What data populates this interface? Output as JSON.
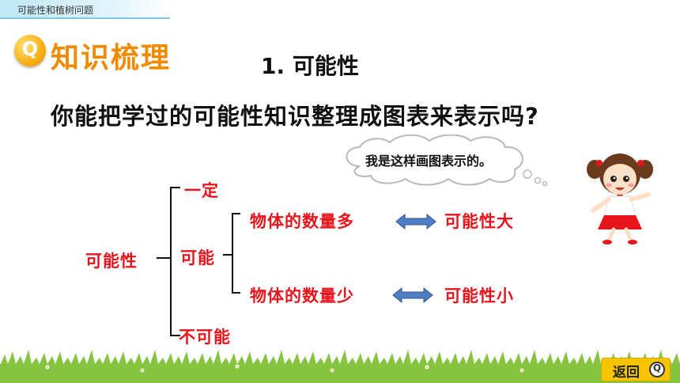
{
  "header": {
    "lesson_title": "可能性和植树问题"
  },
  "section": {
    "logo_letter": "Q",
    "title": "知识梳理"
  },
  "main": {
    "heading": "1. 可能性",
    "question": "你能把学过的可能性知识整理成图表来表示吗?",
    "speech": "我是这样画图表示的。"
  },
  "diagram": {
    "root": "可能性",
    "certain": "一定",
    "possible": "可能",
    "impossible": "不可能",
    "more_items": "物体的数量多",
    "more_result": "可能性大",
    "fewer_items": "物体的数量少",
    "fewer_result": "可能性小"
  },
  "footer": {
    "back_label": "返回",
    "back_icon": "Q"
  },
  "colors": {
    "accent": "#f08a00",
    "diagram_text": "#e8141b",
    "arrow": "#3f6fb5",
    "button": "#f6c400"
  }
}
